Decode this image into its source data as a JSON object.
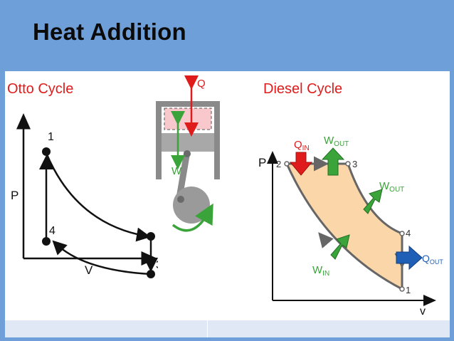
{
  "slide": {
    "title": "Heat Addition"
  },
  "otto": {
    "caption": "Otto Cycle",
    "axis_p": "P",
    "axis_v": "V",
    "points": [
      "1",
      "4",
      "3"
    ],
    "piston_q": "Q",
    "piston_w": "W"
  },
  "diesel": {
    "caption": "Diesel Cycle",
    "axis_p": "P",
    "axis_v": "v",
    "points": [
      "2",
      "3",
      "4",
      "1"
    ],
    "q_in": "Q",
    "q_in_sub": "IN",
    "w_out_top": "W",
    "w_out_top_sub": "OUT",
    "w_out_right": "W",
    "w_out_right_sub": "OUT",
    "w_in": "W",
    "w_in_sub": "IN",
    "q_out": "Q",
    "q_out_sub": "OUT"
  },
  "colors": {
    "background": "#6f9fd8",
    "caption_red": "#e01b1b",
    "heat_arrow": "#e01b1b",
    "work_arrow": "#3aa43a",
    "out_arrow": "#1f5fb5",
    "cycle_fill": "#fbd6a8"
  }
}
